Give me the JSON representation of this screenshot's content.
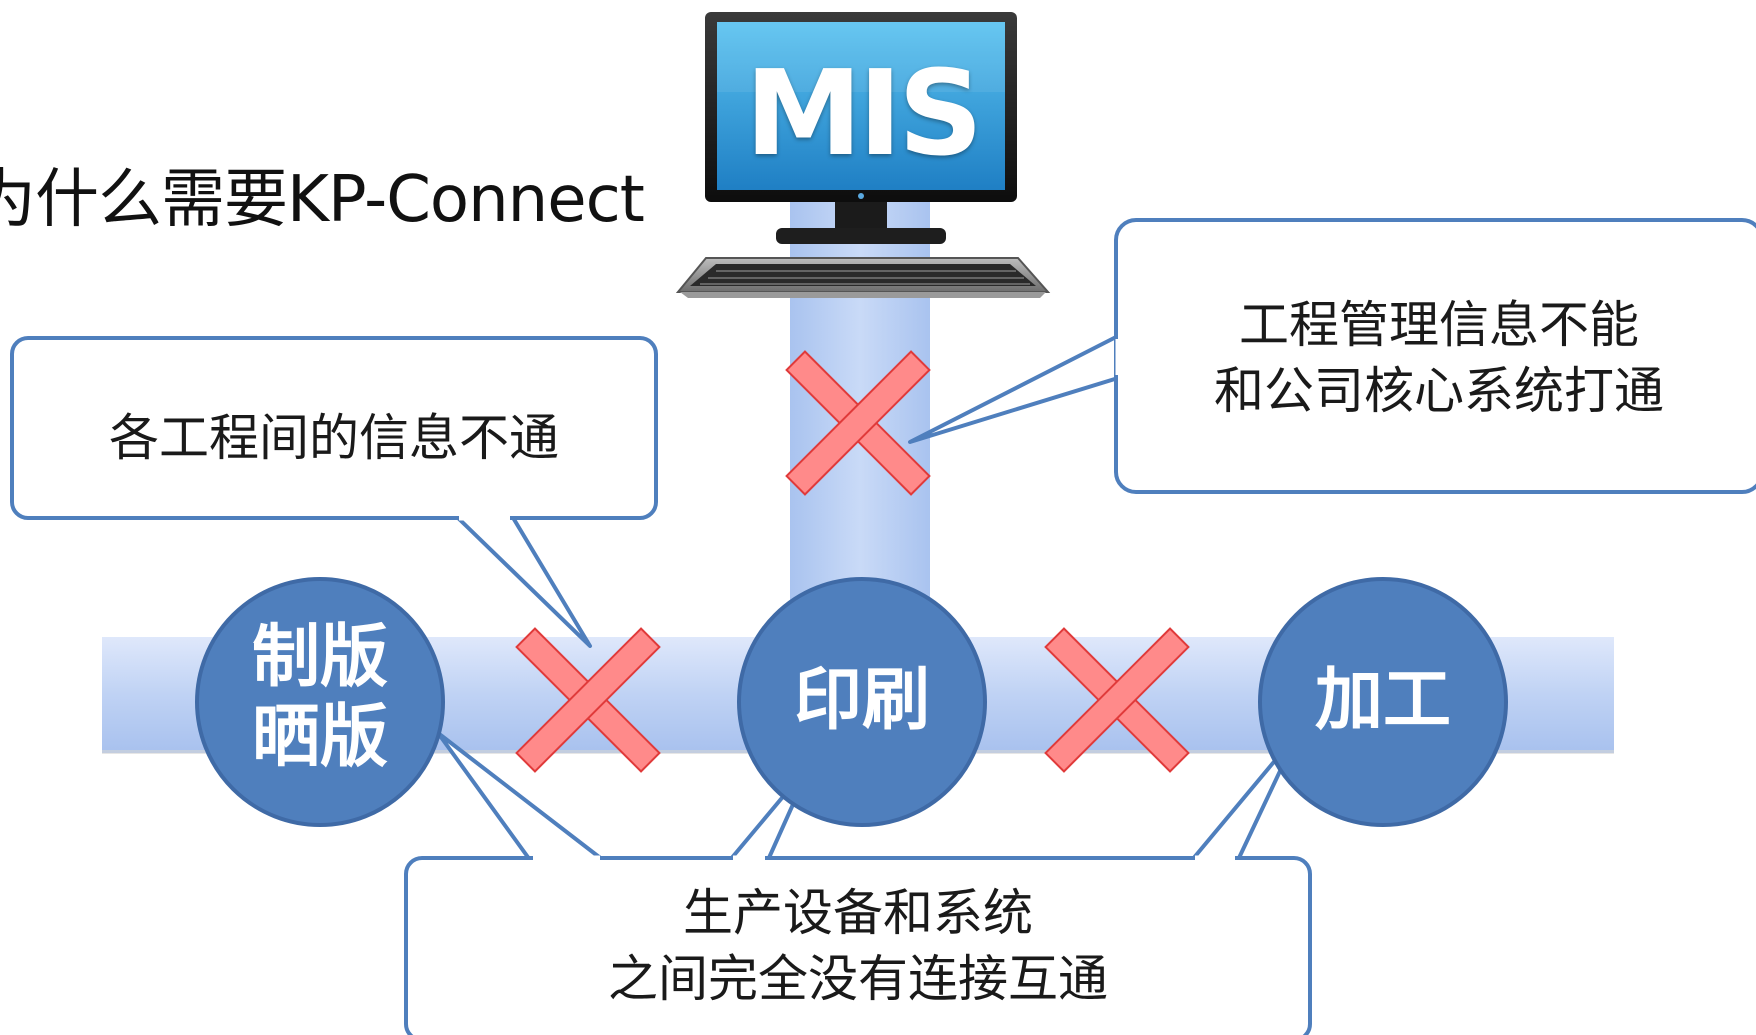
{
  "title": "为什么需要KP-Connect",
  "monitor_label": "MIS",
  "nodes": {
    "plate": [
      "制版",
      "晒版"
    ],
    "print": "印刷",
    "process": "加工"
  },
  "callouts": {
    "left": "各工程间的信息不通",
    "right": [
      "工程管理信息不能",
      "和公司核心系统打通"
    ],
    "bottom": [
      "生产设备和系统",
      "之间完全没有连接互通"
    ]
  },
  "colors": {
    "node_fill": "#4f7fbd",
    "node_stroke": "#3f6aa6",
    "callout_stroke": "#4f7fbd",
    "band": "#bcd1f3",
    "cross_fill": "#ff8a8a",
    "cross_stroke": "#e03a3a"
  }
}
